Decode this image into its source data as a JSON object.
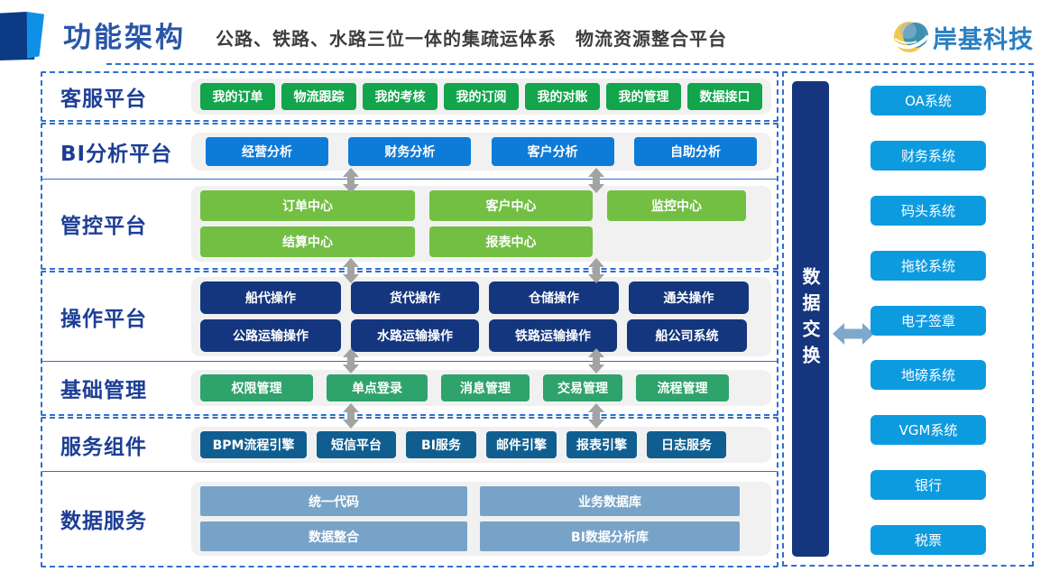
{
  "header": {
    "title": "功能架构",
    "subtitle": "公路、铁路、水路三位一体的集疏运体系　物流资源整合平台",
    "logo": "岸基科技"
  },
  "platforms": [
    {
      "label": "客服平台",
      "lines": [
        [
          "我的订单",
          "物流跟踪",
          "我的考核",
          "我的订阅",
          "我的对账",
          "我的管理",
          "数据接口"
        ]
      ]
    },
    {
      "label": "BI分析平台",
      "lines": [
        [
          "经营分析",
          "财务分析",
          "客户分析",
          "自助分析"
        ]
      ]
    },
    {
      "label": "管控平台",
      "lines": [
        [
          "订单中心",
          "客户中心",
          "监控中心"
        ],
        [
          "结算中心",
          "报表中心"
        ]
      ]
    },
    {
      "label": "操作平台",
      "lines": [
        [
          "船代操作",
          "货代操作",
          "仓储操作",
          "通关操作"
        ],
        [
          "公路运输操作",
          "水路运输操作",
          "铁路运输操作",
          "船公司系统"
        ]
      ]
    },
    {
      "label": "基础管理",
      "lines": [
        [
          "权限管理",
          "单点登录",
          "消息管理",
          "交易管理",
          "流程管理"
        ]
      ]
    },
    {
      "label": "服务组件",
      "lines": [
        [
          "BPM流程引擎",
          "短信平台",
          "BI服务",
          "邮件引擎",
          "报表引擎",
          "日志服务"
        ]
      ]
    },
    {
      "label": "数据服务",
      "lines": [
        [
          "统一代码",
          "业务数据库"
        ],
        [
          "数据整合",
          "BI数据分析库"
        ]
      ]
    }
  ],
  "data_exchange": "数据交换",
  "external_systems": [
    "OA系统",
    "财务系统",
    "码头系统",
    "拖轮系统",
    "电子签章",
    "地磅系统",
    "VGM系统",
    "银行",
    "税票"
  ],
  "colors": {
    "customer_green": "#12a54b",
    "bi_blue": "#0d7bd8",
    "control_green": "#72bf44",
    "ops_navy": "#14367e",
    "base_green": "#2ea36c",
    "service_blue": "#105e90",
    "data_slate": "#78a3c8",
    "system_blue": "#0d9be0",
    "exchange_navy": "#15357e",
    "border_blue": "#2f6fd2",
    "label_navy": "#1d3e96",
    "title_blue": "#2a56a8",
    "logo_blue": "#2a7fc2",
    "deco_navy": "#0d3a84",
    "deco_blue": "#0f90e7",
    "arrow_gray": "#a3a3a3",
    "harrow_blue": "#7fa8cc"
  }
}
